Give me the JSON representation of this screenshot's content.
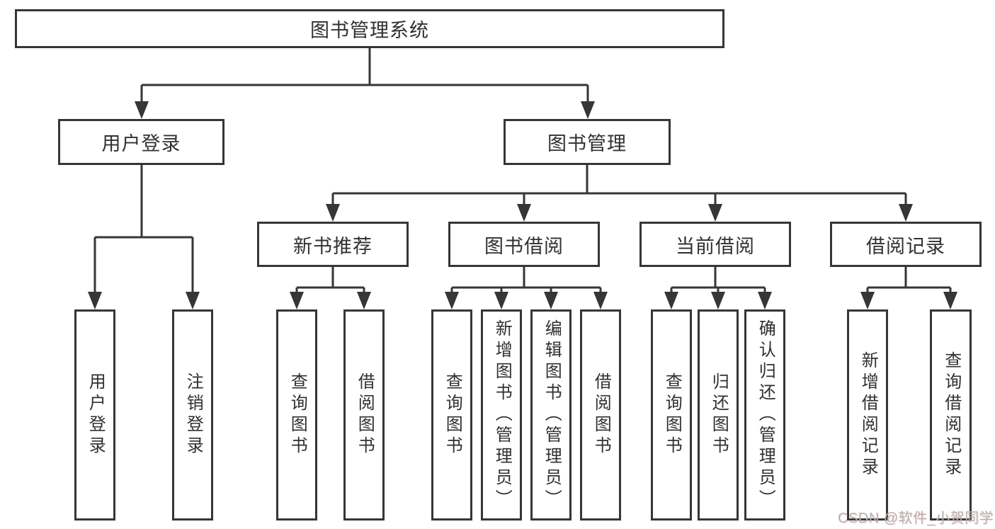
{
  "tree": {
    "label": "图书管理系统",
    "children": [
      {
        "label": "用户登录",
        "children": [
          {
            "label": "用户登录"
          },
          {
            "label": "注销登录"
          }
        ]
      },
      {
        "label": "图书管理",
        "children": [
          {
            "label": "新书推荐",
            "children": [
              {
                "label": "查询图书"
              },
              {
                "label": "借阅图书"
              }
            ]
          },
          {
            "label": "图书借阅",
            "children": [
              {
                "label": "查询图书"
              },
              {
                "label": "新增图书（管理员）"
              },
              {
                "label": "编辑图书（管理员）"
              },
              {
                "label": "借阅图书"
              }
            ]
          },
          {
            "label": "当前借阅",
            "children": [
              {
                "label": "查询图书"
              },
              {
                "label": "归还图书"
              },
              {
                "label": "确认归还（管理员）"
              }
            ]
          },
          {
            "label": "借阅记录",
            "children": [
              {
                "label": "新增借阅记录"
              },
              {
                "label": "查询借阅记录"
              }
            ]
          }
        ]
      }
    ]
  },
  "watermark": "CSDN @软件_小贺同学",
  "colors": {
    "line": "#363636",
    "box_border": "#363636",
    "text": "#303030",
    "watermark": "#b3b3b3",
    "background": "#ffffff"
  }
}
